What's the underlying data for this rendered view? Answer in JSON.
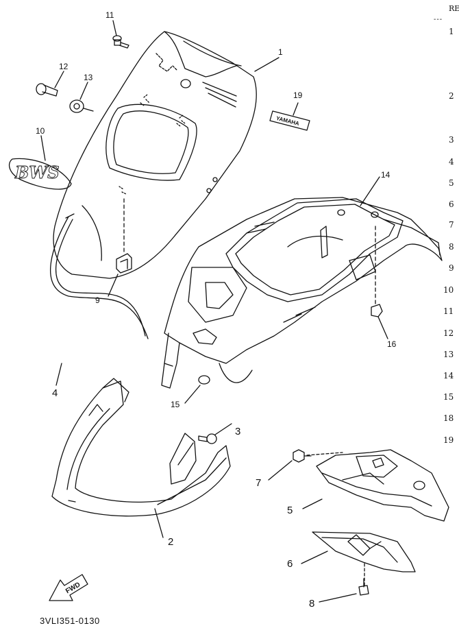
{
  "diagram_code": "3VLI351-0130",
  "reference_column": {
    "header": "RE",
    "divider": "---",
    "numbers": [
      "1",
      "2",
      "3",
      "4",
      "5",
      "6",
      "7",
      "8",
      "9",
      "10",
      "11",
      "12",
      "13",
      "14",
      "15",
      "18",
      "19"
    ]
  },
  "callouts": {
    "c1": "1",
    "c2": "2",
    "c3": "3",
    "c4": "4",
    "c5": "5",
    "c6": "6",
    "c7": "7",
    "c8": "8",
    "c9": "9",
    "c10": "10",
    "c11": "11",
    "c12": "12",
    "c13": "13",
    "c14": "14",
    "c15": "15",
    "c16": "16",
    "c19": "19"
  },
  "logo_text": "BWS",
  "fwd_text": "FWD",
  "label_text": "YAMAHA"
}
